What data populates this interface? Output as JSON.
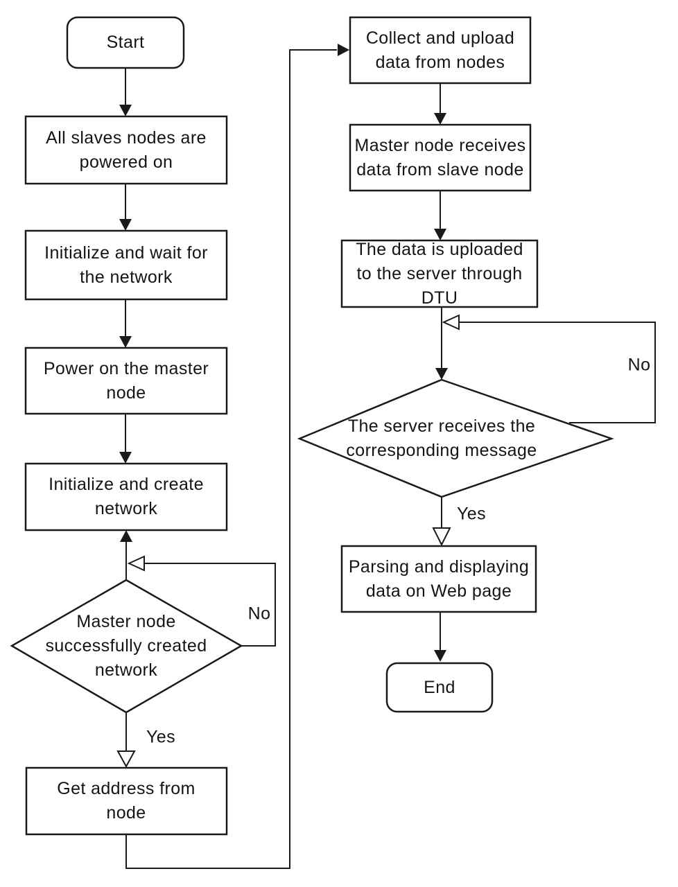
{
  "nodes": {
    "start": "Start",
    "all_slaves": "All slaves nodes are powered on",
    "init_wait": "Initialize and wait for the network",
    "power_master": "Power on the master node",
    "init_create": "Initialize and create network",
    "decision_master": "Master node successfully created network",
    "get_address": "Get address from node",
    "collect_upload": "Collect and upload data from nodes",
    "master_receives": "Master node receives data from slave node",
    "upload_dtu": "The data is uploaded to the server through DTU",
    "decision_server": "The server receives the corresponding message",
    "parsing_display": "Parsing and displaying data on Web page",
    "end": "End"
  },
  "branch_labels": {
    "left_no": "No",
    "left_yes": "Yes",
    "right_no": "No",
    "right_yes": "Yes"
  },
  "colors": {
    "stroke": "#1a1a1a",
    "text": "#141414",
    "background": "#ffffff"
  }
}
